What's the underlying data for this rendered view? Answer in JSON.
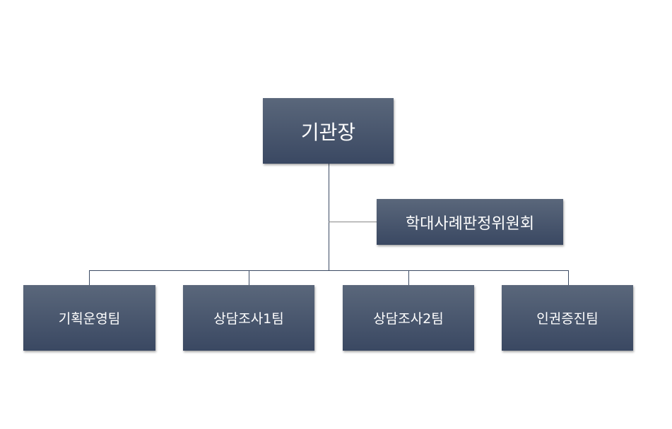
{
  "head": "기관장",
  "committee": "학대사례판정위원회",
  "teams": [
    "기획운영팀",
    "상담조사1팀",
    "상담조사2팀",
    "인권증진팀"
  ],
  "colors": {
    "box_top": "#5a677b",
    "box_bottom": "#3a4862",
    "line": "#3b4a63"
  }
}
